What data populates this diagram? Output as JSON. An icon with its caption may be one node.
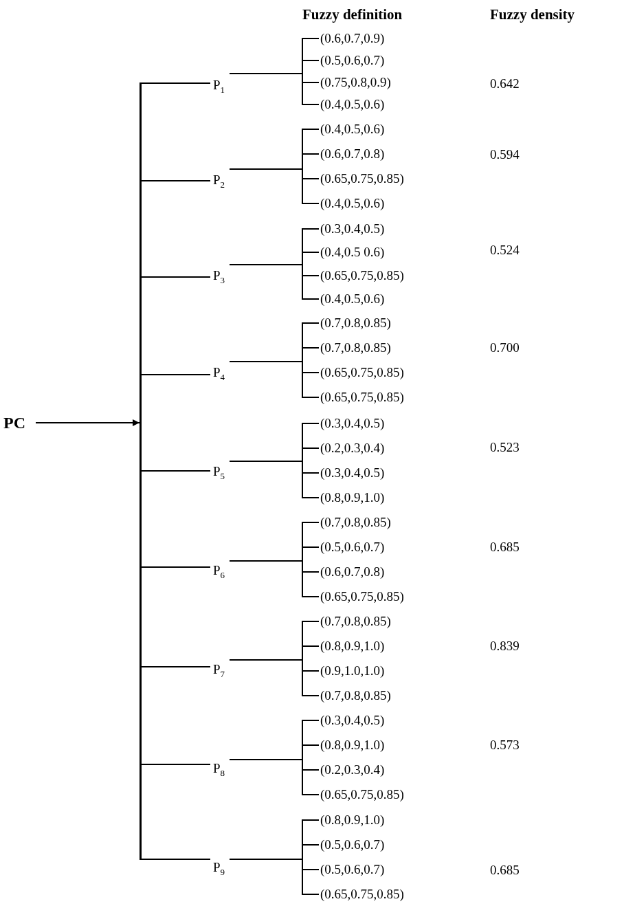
{
  "diagram": {
    "nodes": [
      {
        "text": [
          "PC"
        ]
      },
      {
        "text": [],
        "shape": "bar"
      },
      {
        "text": [
          "P$_{1}$"
        ]
      },
      {
        "text": [
          "(0.6,0.7,0.9)"
        ]
      },
      {
        "text": [
          "(0.5,0.6,0.7)"
        ]
      },
      {
        "text": [
          "(0.75,0.8,0.9)"
        ]
      },
      {
        "text": [
          "(0.4,0.5,0.6)"
        ]
      },
      {
        "text": [
          "P$_{2}$"
        ]
      },
      {
        "text": [
          "(0.4,0.5,0.6)"
        ]
      },
      {
        "text": [
          "(0.6,0.7,0.8)"
        ]
      },
      {
        "text": [
          "(0.65,0.75,0.85)"
        ]
      },
      {
        "text": [
          "(0.4,0.5,0.6)"
        ]
      },
      {
        "text": [
          "P$_{3}$"
        ]
      },
      {
        "text": [
          "(0.3,0.4,0.5)"
        ]
      },
      {
        "text": [
          "(0.4,0.5 0.6)"
        ]
      },
      {
        "text": [
          "(0.65,0.75,0.85)"
        ]
      },
      {
        "text": [
          "(0.4,0.5,0.6)"
        ]
      },
      {
        "text": [
          "P$_{4}$"
        ]
      },
      {
        "text": [
          "(0.7,0.8,0.85)"
        ]
      },
      {
        "text": [
          "(0.7,0.8,0.85)"
        ]
      },
      {
        "text": [
          "(0.65,0.75,0.85)"
        ]
      },
      {
        "text": [
          "(0.65,0.75,0.85)"
        ]
      },
      {
        "text": [
          "P$_{5}$"
        ]
      },
      {
        "text": [
          "(0.3,0.4,0.5)"
        ]
      },
      {
        "text": [
          "(0.2,0.3,0.4)"
        ]
      },
      {
        "text": [
          "(0.3,0.4,0.5)"
        ]
      },
      {
        "text": [
          "(0.8,0.9,1.0)"
        ]
      },
      {
        "text": [
          "P$_{6}$"
        ]
      },
      {
        "text": [
          "(0.7,0.8,0.85)"
        ]
      },
      {
        "text": [
          "(0.5,0.6,0.7)"
        ]
      },
      {
        "text": [
          "(0.6,0.7,0.8)"
        ]
      },
      {
        "text": [
          "(0.65,0.75,0.85)"
        ]
      },
      {
        "text": [
          "P$_{7}$"
        ]
      },
      {
        "text": [
          "(0.7,0.8,0.85)"
        ]
      },
      {
        "text": [
          "(0.8,0.9,1.0)"
        ]
      },
      {
        "text": [
          "(0.9,1.0,1.0)"
        ]
      },
      {
        "text": [
          "(0.7,0.8,0.85)"
        ]
      },
      {
        "text": [
          "P$_{8}$"
        ]
      },
      {
        "text": [
          "(0.3,0.4,0.5)"
        ]
      },
      {
        "text": [
          "(0.8,0.9,1.0)"
        ]
      },
      {
        "text": [
          "(0.2,0.3,0.4)"
        ]
      },
      {
        "text": [
          "(0.65,0.75,0.85)"
        ]
      },
      {
        "text": [
          "P$_{9}$"
        ]
      },
      {
        "text": [
          "(0.8,0.9,1.0)"
        ]
      },
      {
        "text": [
          "(0.5,0.6,0.7)"
        ]
      },
      {
        "text": [
          "(0.5,0.6,0.7)"
        ]
      },
      {
        "text": [
          "(0.65,0.75,0.85)"
        ]
      }
    ],
    "edges": [
      {
        "from": 0,
        "to": 1,
        "arrow": "to"
      },
      {
        "from": 1,
        "to": 2,
        "arrow": "none"
      },
      {
        "from": 2,
        "to": 3,
        "arrow": "none"
      },
      {
        "from": 2,
        "to": 4,
        "arrow": "none"
      },
      {
        "from": 2,
        "to": 5,
        "arrow": "none"
      },
      {
        "from": 2,
        "to": 6,
        "arrow": "none"
      },
      {
        "from": 1,
        "to": 7,
        "arrow": "none"
      },
      {
        "from": 7,
        "to": 8,
        "arrow": "none"
      },
      {
        "from": 7,
        "to": 9,
        "arrow": "none"
      },
      {
        "from": 7,
        "to": 10,
        "arrow": "none"
      },
      {
        "from": 7,
        "to": 11,
        "arrow": "none"
      },
      {
        "from": 1,
        "to": 12,
        "arrow": "none"
      },
      {
        "from": 12,
        "to": 13,
        "arrow": "none"
      },
      {
        "from": 12,
        "to": 14,
        "arrow": "none"
      },
      {
        "from": 12,
        "to": 15,
        "arrow": "none"
      },
      {
        "from": 12,
        "to": 16,
        "arrow": "none"
      },
      {
        "from": 1,
        "to": 17,
        "arrow": "none"
      },
      {
        "from": 17,
        "to": 18,
        "arrow": "none"
      },
      {
        "from": 17,
        "to": 19,
        "arrow": "none"
      },
      {
        "from": 17,
        "to": 20,
        "arrow": "none"
      },
      {
        "from": 17,
        "to": 21,
        "arrow": "none"
      },
      {
        "from": 1,
        "to": 22,
        "arrow": "none"
      },
      {
        "from": 22,
        "to": 23,
        "arrow": "none"
      },
      {
        "from": 22,
        "to": 24,
        "arrow": "none"
      },
      {
        "from": 22,
        "to": 25,
        "arrow": "none"
      },
      {
        "from": 22,
        "to": 26,
        "arrow": "none"
      },
      {
        "from": 1,
        "to": 27,
        "arrow": "none"
      },
      {
        "from": 27,
        "to": 28,
        "arrow": "none"
      },
      {
        "from": 27,
        "to": 29,
        "arrow": "none"
      },
      {
        "from": 27,
        "to": 30,
        "arrow": "none"
      },
      {
        "from": 27,
        "to": 31,
        "arrow": "none"
      },
      {
        "from": 1,
        "to": 32,
        "arrow": "none"
      },
      {
        "from": 32,
        "to": 33,
        "arrow": "none"
      },
      {
        "from": 32,
        "to": 34,
        "arrow": "none"
      },
      {
        "from": 32,
        "to": 35,
        "arrow": "none"
      },
      {
        "from": 32,
        "to": 36,
        "arrow": "none"
      },
      {
        "from": 1,
        "to": 37,
        "arrow": "none"
      },
      {
        "from": 37,
        "to": 38,
        "arrow": "none"
      },
      {
        "from": 37,
        "to": 39,
        "arrow": "none"
      },
      {
        "from": 37,
        "to": 40,
        "arrow": "none"
      },
      {
        "from": 37,
        "to": 41,
        "arrow": "none"
      },
      {
        "from": 1,
        "to": 42,
        "arrow": "none"
      },
      {
        "from": 42,
        "to": 43,
        "arrow": "none"
      },
      {
        "from": 42,
        "to": 44,
        "arrow": "none"
      },
      {
        "from": 42,
        "to": 45,
        "arrow": "none"
      },
      {
        "from": 42,
        "to": 46,
        "arrow": "none"
      }
    ],
    "labels": [
      "Fuzzy definition",
      "Fuzzy density",
      "0.642",
      "0.594",
      "0.524",
      "0.700",
      "0.523",
      "0.685",
      "0.839",
      "0.573",
      "0.685"
    ]
  }
}
